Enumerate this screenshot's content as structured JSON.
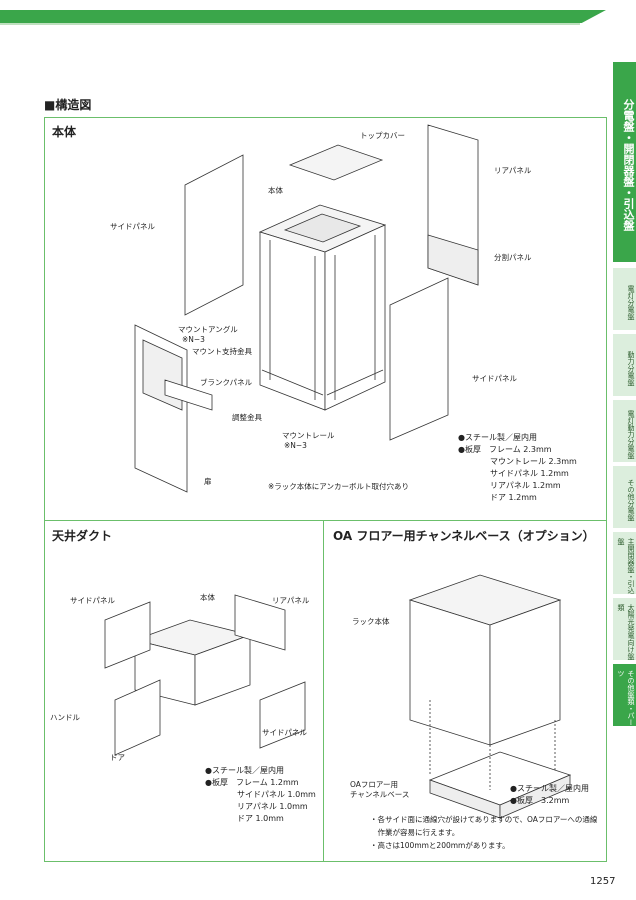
{
  "section_title": "■構造図",
  "tabs": [
    "分電盤・開閉器盤・引込盤",
    "電灯分電盤",
    "動力分電盤",
    "電灯動力分電盤",
    "その他分電盤",
    "主開閉器盤・引込盤",
    "太陽光発電向け盤類",
    "その他盤類・パーツ"
  ],
  "honntai": {
    "heading": "本体",
    "labels": {
      "top_cover": "トップカバー",
      "body": "本体",
      "rear_panel": "リアパネル",
      "side_panel_l": "サイドパネル",
      "divider_panel": "分割パネル",
      "mount_angle": "マウントアングル",
      "mount_angle_note": "※N−3",
      "mount_bracket": "マウント支持金具",
      "blank_panel": "ブランクパネル",
      "adjust_bracket": "調整金具",
      "mount_rail": "マウントレール",
      "mount_rail_note": "※N−3",
      "side_panel_r": "サイドパネル",
      "door": "扉"
    },
    "note": "※ラック本体にアンカーボルト取付穴あり",
    "spec": "●スチール製／屋内用\n●板厚　フレーム 2.3mm\n　　　　マウントレール 2.3mm\n　　　　サイドパネル 1.2mm\n　　　　リアパネル 1.2mm\n　　　　ドア 1.2mm"
  },
  "duct": {
    "heading": "天井ダクト",
    "labels": {
      "side_panel_l": "サイドパネル",
      "body": "本体",
      "rear_panel": "リアパネル",
      "handle": "ハンドル",
      "door": "ドア",
      "side_panel_r": "サイドパネル"
    },
    "spec": "●スチール製／屋内用\n●板厚　フレーム 1.2mm\n　　　　サイドパネル 1.0mm\n　　　　リアパネル 1.0mm\n　　　　ドア 1.0mm"
  },
  "oa": {
    "heading": "OA フロアー用チャンネルベース（オプション）",
    "labels": {
      "rack": "ラック本体",
      "base": "OAフロアー用\nチャンネルベース"
    },
    "spec": "●スチール製／屋内用\n●板厚　3.2mm",
    "notes": "・各サイド面に通線穴が設けてありますので、OAフロアーへの通線\n　作業が容易に行えます。\n・高さは100mmと200mmがあります。"
  },
  "page_number": "1257"
}
